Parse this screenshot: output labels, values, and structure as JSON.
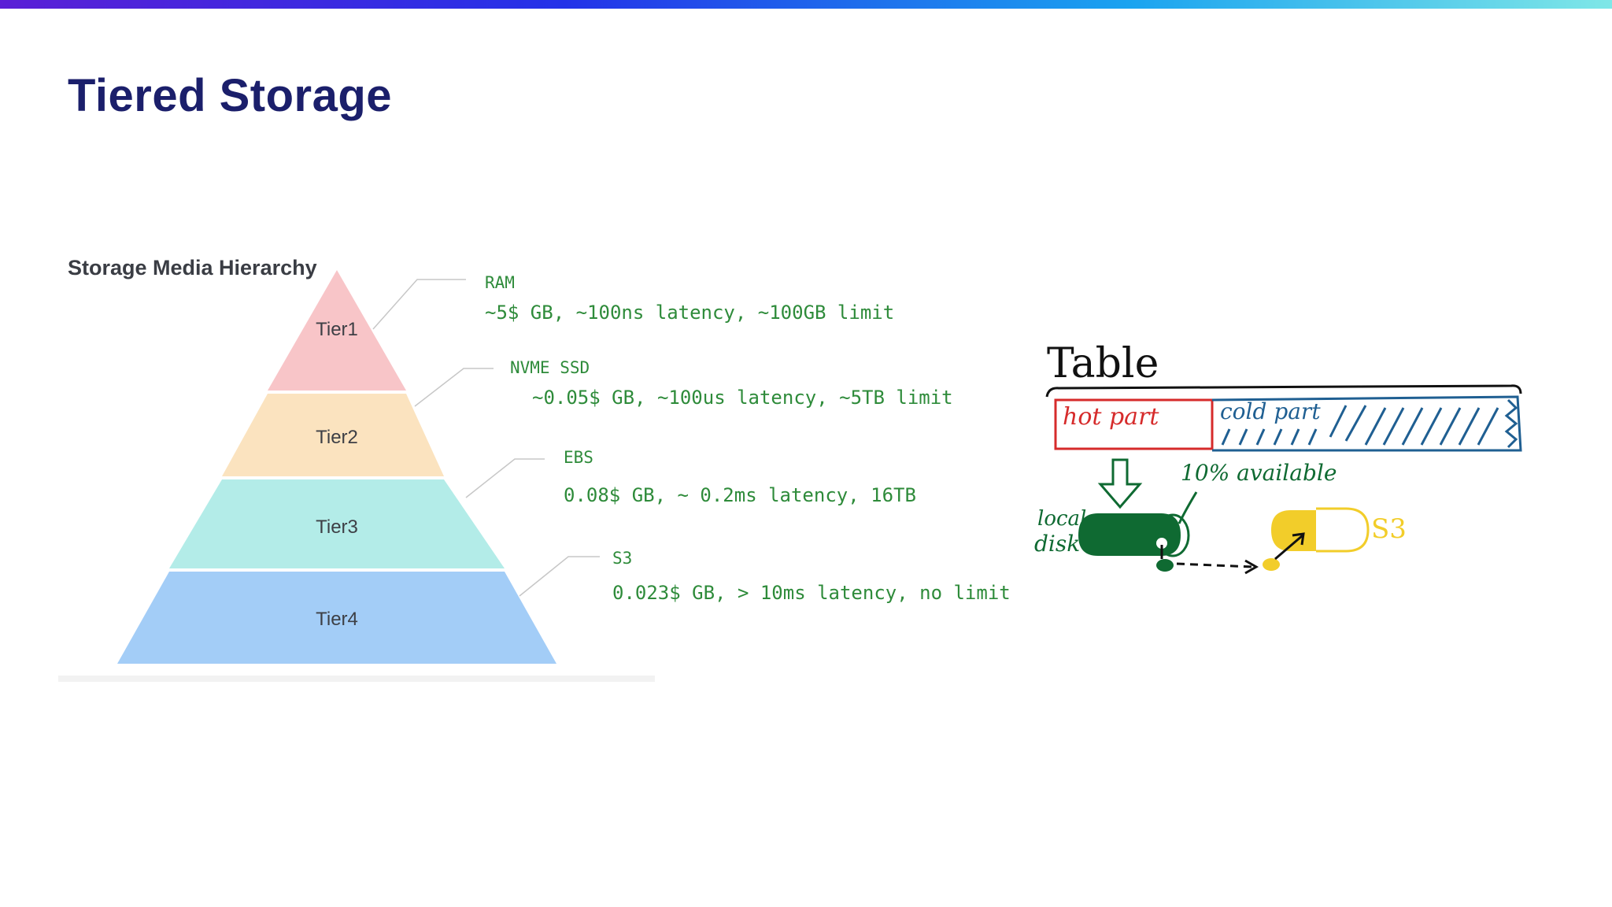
{
  "slide": {
    "title": "Tiered Storage"
  },
  "pyramid": {
    "heading": "Storage Media Hierarchy",
    "tiers": [
      {
        "label": "Tier1",
        "color": "#f8c5c8"
      },
      {
        "label": "Tier2",
        "color": "#fbe3bf"
      },
      {
        "label": "Tier3",
        "color": "#b3ece8"
      },
      {
        "label": "Tier4",
        "color": "#a3cdf7"
      }
    ]
  },
  "annotations": [
    {
      "name": "RAM",
      "detail": "~5$ GB, ~100ns latency, ~100GB limit"
    },
    {
      "name": "NVME SSD",
      "detail": "~0.05$ GB, ~100us latency, ~5TB limit"
    },
    {
      "name": "EBS",
      "detail": "0.08$ GB, ~ 0.2ms latency, 16TB"
    },
    {
      "name": "S3",
      "detail": "0.023$ GB, > 10ms latency, no limit"
    }
  ],
  "sketch": {
    "table_label": "Table",
    "hot_label": "hot part",
    "cold_label": "cold part",
    "available_label": "10% available",
    "local_disk_label_line1": "local",
    "local_disk_label_line2": "disk",
    "s3_label": "S3",
    "colors": {
      "hot": "#d62b2b",
      "cold": "#1f5f92",
      "disk": "#0f6a32",
      "s3": "#f2cd2a",
      "ink": "#111111"
    }
  }
}
